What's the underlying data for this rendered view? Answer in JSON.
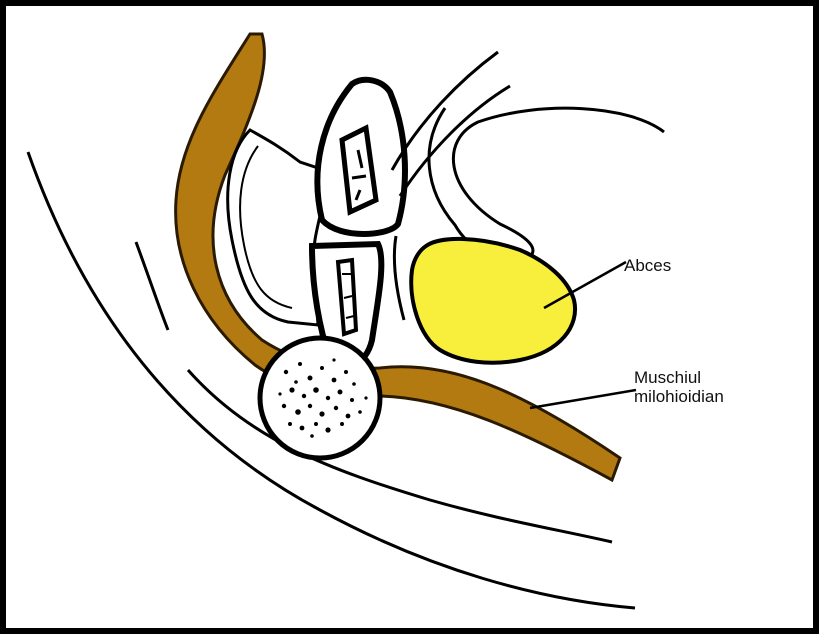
{
  "labels": {
    "abscess": "Abces",
    "muscle_line1": "Muschiul",
    "muscle_line2": "milohioidian"
  },
  "colors": {
    "frame_border": "#000000",
    "background": "#ffffff",
    "muscle": "#b37a12",
    "abscess": "#f7ef3c",
    "outline": "#000000"
  }
}
